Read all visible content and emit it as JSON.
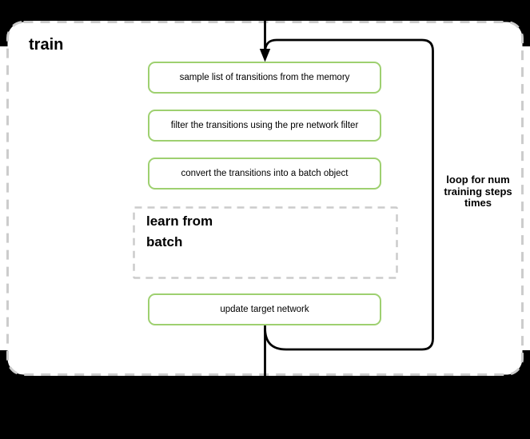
{
  "diagram": {
    "train_label": "train",
    "steps": [
      {
        "label": "sample list of transitions from the memory"
      },
      {
        "label": "filter the transitions using the pre network filter"
      },
      {
        "label": "convert the transitions into a batch object"
      }
    ],
    "subprocess": {
      "label": "learn from batch"
    },
    "final_step": {
      "label": "update target network"
    },
    "loop_label": "loop for num training steps times",
    "colors": {
      "step_border_green": "#9ed070",
      "dashed_border_gray": "#cccccc",
      "connector_black": "#000000",
      "letterbox_black": "#000000",
      "canvas_white": "#ffffff"
    }
  }
}
